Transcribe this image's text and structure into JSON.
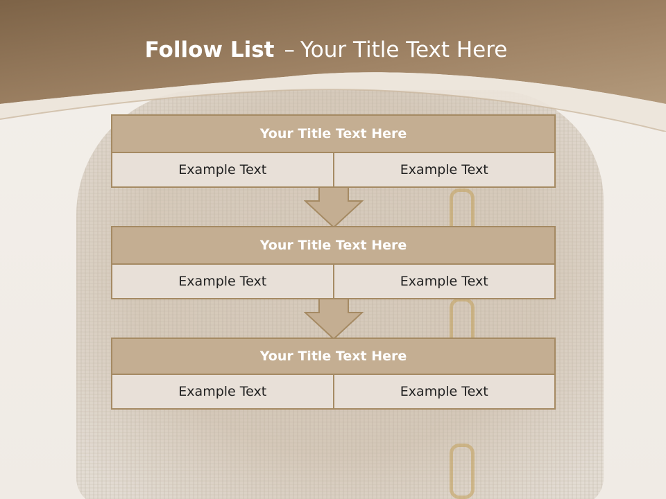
{
  "header": {
    "title_bold": "Follow List",
    "title_sep": "–",
    "title_rest": "Your Title Text Here"
  },
  "colors": {
    "header_brown": "#8c7358",
    "block_title_fill": "#c4ae92",
    "block_border": "#a58a63",
    "cell_fill": "#e8e0d8"
  },
  "blocks": [
    {
      "title": "Your Title Text Here",
      "left": "Example Text",
      "right": "Example Text"
    },
    {
      "title": "Your Title Text Here",
      "left": "Example Text",
      "right": "Example Text"
    },
    {
      "title": "Your Title Text Here",
      "left": "Example Text",
      "right": "Example Text"
    }
  ]
}
